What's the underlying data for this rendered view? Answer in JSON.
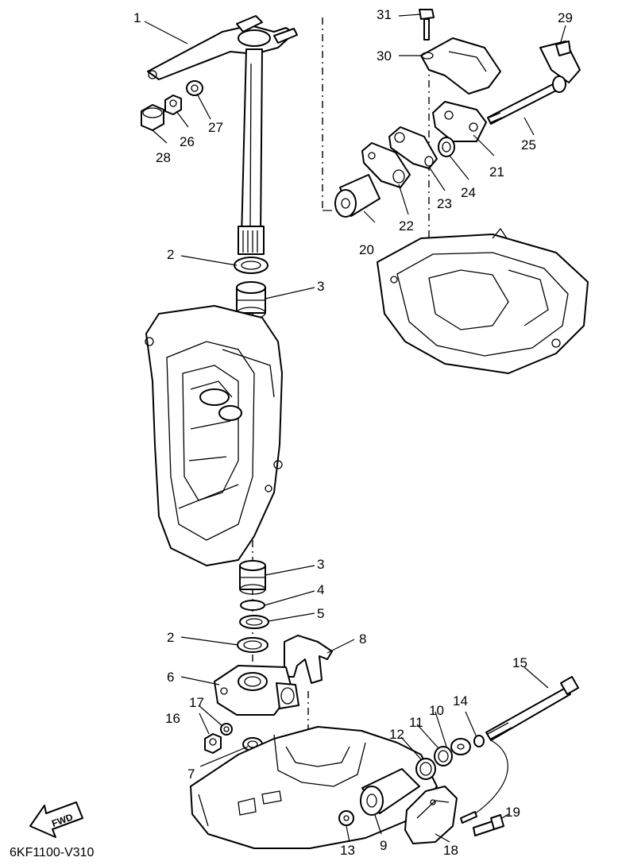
{
  "diagram_code": "6KF1100-V310",
  "fwd_label": "FWD",
  "callouts": {
    "c1": "1",
    "c2a": "2",
    "c3a": "3",
    "c2b": "2",
    "c3b": "3",
    "c4": "4",
    "c5": "5",
    "c6": "6",
    "c7": "7",
    "c8": "8",
    "c9": "9",
    "c10": "10",
    "c11": "11",
    "c12": "12",
    "c13": "13",
    "c14": "14",
    "c15": "15",
    "c16": "16",
    "c17": "17",
    "c18": "18",
    "c19": "19",
    "c20": "20",
    "c21": "21",
    "c22": "22",
    "c23": "23",
    "c24": "24",
    "c25": "25",
    "c26": "26",
    "c27": "27",
    "c28": "28",
    "c29": "29",
    "c30": "30",
    "c31": "31"
  }
}
